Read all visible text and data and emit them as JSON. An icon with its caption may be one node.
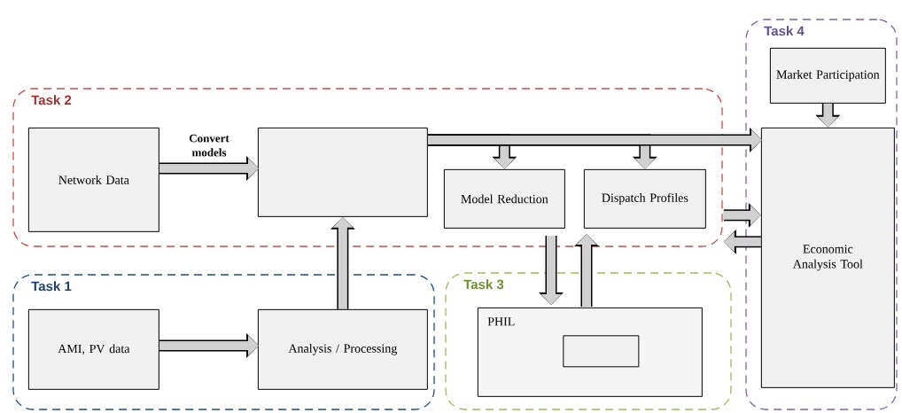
{
  "diagram": {
    "nodes": [
      {
        "text": [
          "Task 2"
        ]
      },
      {
        "text": [
          "Network Data"
        ],
        "in": 0
      },
      {
        "text": [],
        "shape": "box",
        "in": 0
      },
      {
        "text": [
          "Model Reduction"
        ],
        "in": 0
      },
      {
        "text": [
          "Dispatch Profiles"
        ],
        "in": 0
      },
      {
        "text": [
          "Task 1"
        ]
      },
      {
        "text": [
          "AMI, PV data"
        ],
        "in": 5
      },
      {
        "text": [
          "Analysis / Processing"
        ],
        "in": 5
      },
      {
        "text": [
          "Task 3"
        ]
      },
      {
        "text": [
          "PHIL"
        ],
        "in": 8
      },
      {
        "text": [],
        "shape": "box",
        "in": 9
      },
      {
        "text": [
          "Task 4"
        ]
      },
      {
        "text": [
          "Market Participation"
        ],
        "in": 11
      },
      {
        "text": [
          "Economic Analysis Tool"
        ],
        "in": 11
      }
    ],
    "edges": [
      {
        "from": 1,
        "to": 2,
        "arrow": "to",
        "label": "Convert models"
      },
      {
        "from": 6,
        "to": 7,
        "arrow": "to"
      },
      {
        "from": 7,
        "to": 2,
        "arrow": "to"
      },
      {
        "from": 2,
        "to": 13,
        "arrow": "to"
      },
      {
        "from": 2,
        "to": 3,
        "arrow": "to"
      },
      {
        "from": 2,
        "to": 4,
        "arrow": "to"
      },
      {
        "from": 3,
        "to": 9,
        "arrow": "to"
      },
      {
        "from": 9,
        "to": 4,
        "arrow": "to"
      },
      {
        "from": 12,
        "to": 13,
        "arrow": "to"
      },
      {
        "from": 0,
        "to": 13,
        "arrow": "to"
      },
      {
        "from": 13,
        "to": 0,
        "arrow": "to"
      }
    ]
  }
}
